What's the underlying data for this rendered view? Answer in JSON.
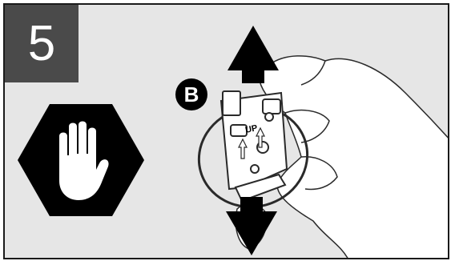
{
  "step": {
    "number": "5"
  },
  "callout": {
    "label": "B"
  },
  "part": {
    "marking": "UP"
  },
  "icons": {
    "warning": "stop-hand-icon",
    "motion": "up-down-arrow-icon",
    "hand": "hand-icon"
  },
  "colors": {
    "step_box": "#4a4a4a",
    "panel_bg": "#e6e6e6",
    "icon_black": "#000000"
  }
}
